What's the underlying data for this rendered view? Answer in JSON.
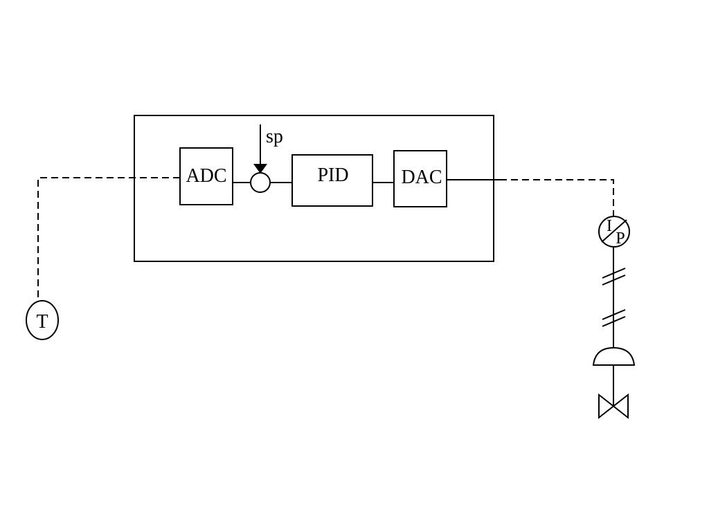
{
  "diagram": {
    "blocks": {
      "adc": "ADC",
      "pid": "PID",
      "dac": "DAC"
    },
    "setpoint": "sp",
    "transmitter": "T",
    "converter": {
      "top": "I",
      "bottom": "P"
    }
  }
}
